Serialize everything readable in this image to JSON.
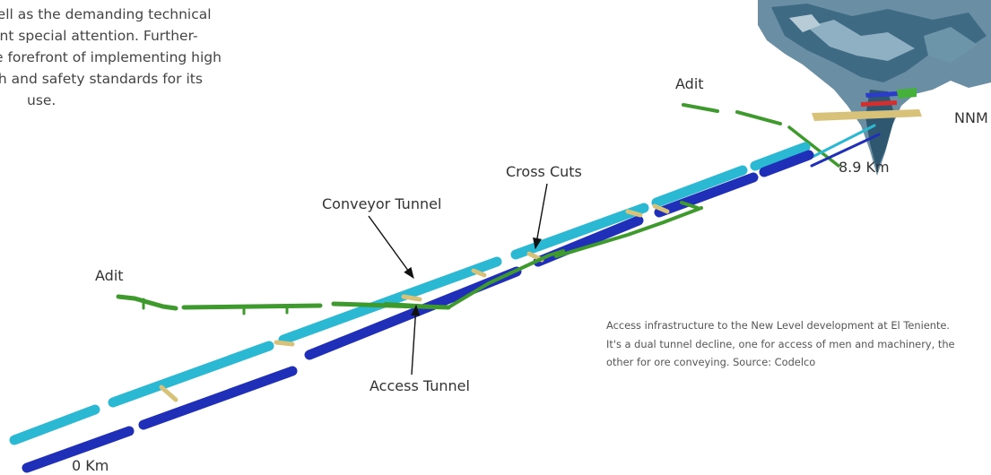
{
  "intro_text": [
    "well as the demanding technical",
    "ant special attention. Further-",
    "e forefront of implementing high",
    "alth and safety standards for its",
    "use."
  ],
  "labels": {
    "adit_top": "Adit",
    "nnm": "NNM",
    "km_end": "8.9 Km",
    "cross_cuts": "Cross Cuts",
    "conveyor_tunnel": "Conveyor Tunnel",
    "adit_left": "Adit",
    "access_tunnel": "Access Tunnel",
    "km_start": "0 Km"
  },
  "caption": "Access infrastructure to the New Level development at El Teniente. It's a dual tunnel decline, one for access of men and machinery, the other for ore conveying. Source: Codelco",
  "colors": {
    "conveyor_tunnel": "#2bb8d2",
    "access_tunnel": "#1f2fb8",
    "adit": "#3f9a2e",
    "cross_cut": "#d8c27a",
    "terrain": "#4f7790"
  }
}
